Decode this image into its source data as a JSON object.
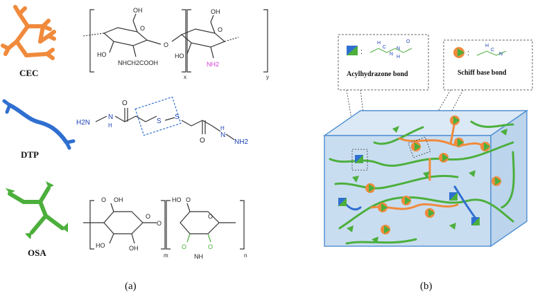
{
  "panel_a": {
    "caption": "(a)",
    "cec": {
      "label": "CEC",
      "color": "#f08a3c",
      "atoms": [
        "OH",
        "O",
        "HO",
        "NHCH2COOH",
        "O",
        "OH",
        "O",
        "HO",
        "NH2"
      ],
      "subscripts": [
        "x",
        "y"
      ]
    },
    "dtp": {
      "label": "DTP",
      "color": "#2f6fd0",
      "atoms": [
        "H2N",
        "N",
        "H",
        "O",
        "S",
        "S",
        "O",
        "H",
        "N",
        "NH2"
      ]
    },
    "osa": {
      "label": "OSA",
      "color": "#4caf3c",
      "atoms": [
        "O",
        "OH",
        "O",
        "HO",
        "OH",
        "HO",
        "O",
        "O",
        "O",
        "O",
        "O",
        "NH"
      ],
      "subscripts": [
        "m",
        "n"
      ]
    }
  },
  "panel_b": {
    "caption": "(b)",
    "legend": [
      {
        "name": "Acylhydrazone bond",
        "atoms": [
          "H",
          "C",
          "N",
          "N",
          "H",
          "O"
        ]
      },
      {
        "name": "Schiff base bond",
        "atoms": [
          "H",
          "C",
          "N"
        ]
      }
    ],
    "colors": {
      "box": "#c9ddf0",
      "edge": "#4e8fd1",
      "cec": "#f08a3c",
      "dtp": "#2f6fd0",
      "osa": "#4caf3c"
    }
  }
}
